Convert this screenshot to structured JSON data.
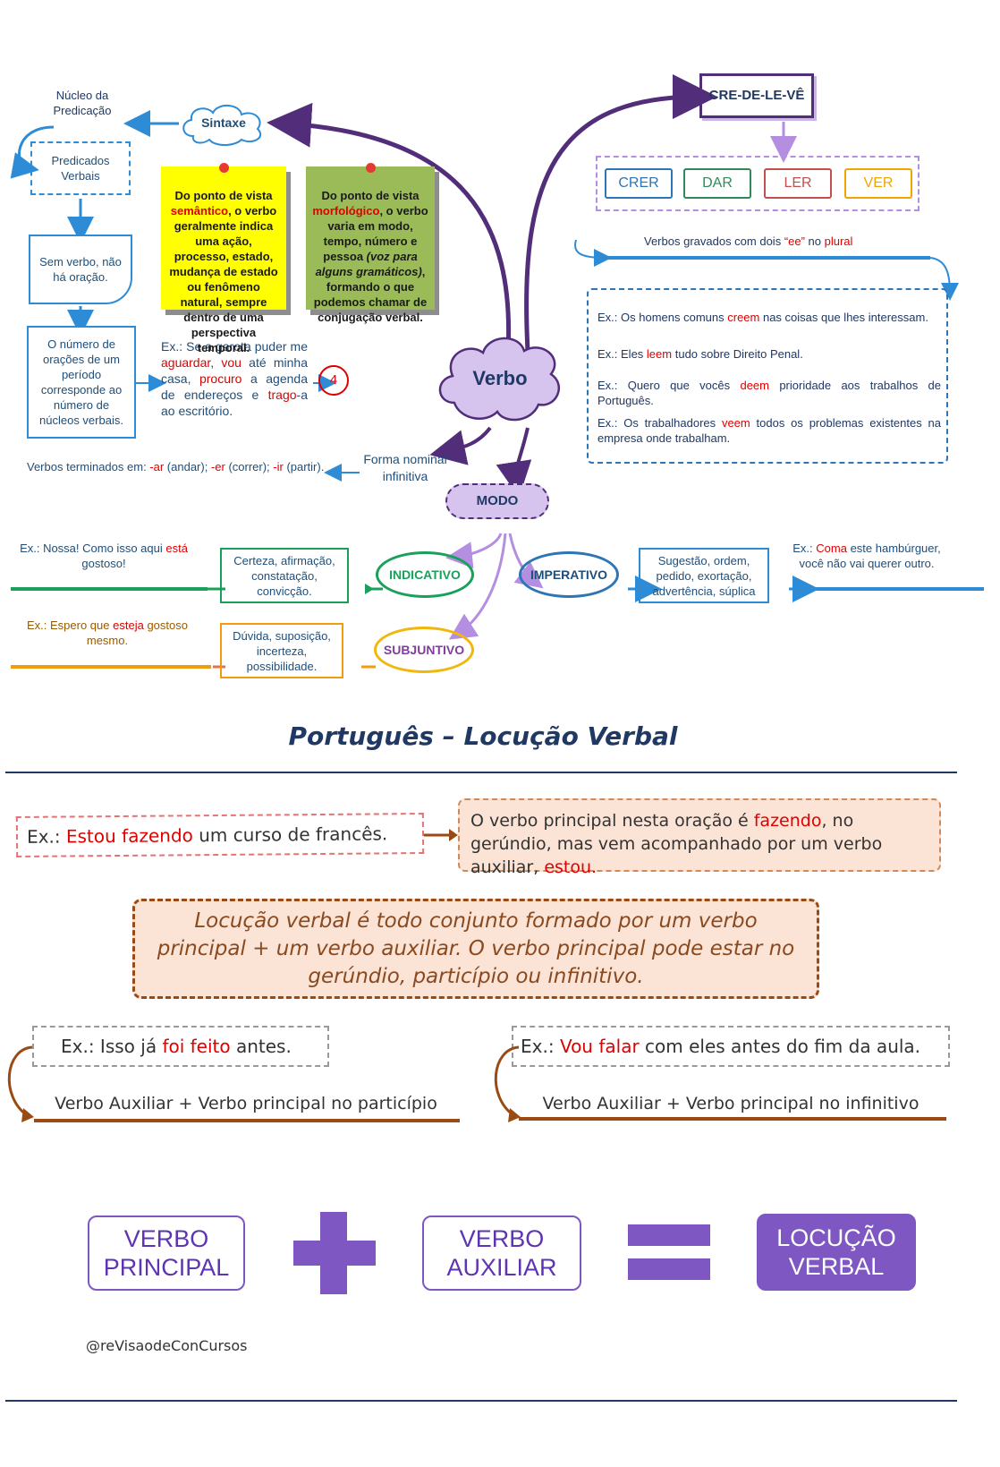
{
  "central": {
    "label": "Verbo"
  },
  "sintaxe": {
    "label": "Sintaxe",
    "nucleo": "Núcleo da Predicação",
    "predicados": "Predicados Verbais",
    "sem_verbo": "Sem verbo, não há oração.",
    "numero_oracoes": "O número de orações de um período corresponde ao número de núcleos verbais."
  },
  "semantico_note": {
    "pre": "Do ponto de vista ",
    "highlight": "semântico",
    "post": ", o verbo geralmente indica uma ação, processo, estado, mudança de estado ou fenômeno natural, sempre dentro de uma perspectiva temporal."
  },
  "morfologico_note": {
    "pre": "Do ponto de vista ",
    "highlight": "morfológico",
    "mid": ", o verbo varia em modo, tempo, número e pessoa ",
    "italic": "(voz para alguns gramáticos)",
    "post": ", formando o que podemos chamar de conjugação verbal."
  },
  "exemplo_garota": {
    "p1": "Ex.: Se a garota puder me ",
    "w1": "aguardar",
    "p2": ", ",
    "w2": "vou",
    "p3": " até minha casa, ",
    "w3": "procuro",
    "p4": " a agenda de endereços e ",
    "w4": "trago",
    "p5": "-a ao escritório.",
    "count": "4"
  },
  "forma_nominal": {
    "label": "Forma nominal infinitiva",
    "terminados_pre": "Verbos terminados em: ",
    "ar": "-ar",
    "ar_ex": " (andar); ",
    "er": "-er",
    "er_ex": " (correr); ",
    "ir": "-ir",
    "ir_ex": " (partir)."
  },
  "credelev": {
    "title": "CRE-DE-LE-VÊ",
    "verbs": [
      "CRER",
      "DAR",
      "LER",
      "VER"
    ],
    "verb_colors": [
      "#2e75b6",
      "#2e8b57",
      "#c0504d",
      "#f0a500"
    ],
    "rule_pre": "Verbos gravados com dois ",
    "rule_ee": "“ee”",
    "rule_mid": " no ",
    "rule_plural": "plural"
  },
  "credelev_examples": [
    {
      "pre": "Ex.: Os homens comuns ",
      "hl": "creem",
      "post": " nas coisas que lhes interessam."
    },
    {
      "pre": "Ex.: Eles ",
      "hl": "leem",
      "post": " tudo sobre Direito Penal."
    },
    {
      "pre": "Ex.: Quero que vocês ",
      "hl": "deem",
      "post": " prioridade aos trabalhos de Português."
    },
    {
      "pre": "Ex.: Os trabalhadores ",
      "hl": "veem",
      "post": " todos os problemas existentes na empresa onde trabalham."
    }
  ],
  "modo": {
    "label": "MODO",
    "indicativo": {
      "label": "INDICATIVO",
      "desc": "Certeza, afirmação, constatação, convicção.",
      "ex_pre": "Ex.: Nossa! Como isso aqui ",
      "ex_hl": "está",
      "ex_post": " gostoso!"
    },
    "subjuntivo": {
      "label": "SUBJUNTIVO",
      "desc": "Dúvida, suposição, incerteza, possibilidade.",
      "ex_pre": "Ex.: Espero que ",
      "ex_hl": "esteja",
      "ex_post": " gostoso mesmo."
    },
    "imperativo": {
      "label": "IMPERATIVO",
      "desc": "Sugestão, ordem, pedido, exortação, advertência, súplica",
      "ex_pre": "Ex.: ",
      "ex_hl": "Coma",
      "ex_post": " este hambúrguer, você não vai querer outro."
    }
  },
  "locucao": {
    "title": "Português – Locução Verbal",
    "ex1": {
      "pre": "Ex.: ",
      "hl": "Estou fazendo",
      "post": " um curso de francês."
    },
    "ex1_expl": {
      "p1": "O verbo principal nesta oração é ",
      "hl1": "fazendo",
      "p2": ", no gerúndio, mas vem acompanhado por um verbo auxiliar, ",
      "hl2": "estou."
    },
    "definition": "Locução verbal é todo conjunto formado por um verbo principal + um verbo auxiliar. O verbo principal pode estar no gerúndio, particípio ou infinitivo.",
    "ex2": {
      "pre": "Ex.: Isso já ",
      "hl": "foi feito",
      "post": " antes.",
      "rule": "Verbo Auxiliar + Verbo principal no particípio"
    },
    "ex3": {
      "pre": "Ex.: ",
      "hl": "Vou falar",
      "post": " com eles antes do fim da aula.",
      "rule": "Verbo Auxiliar + Verbo principal no infinitivo"
    },
    "equation": {
      "a": [
        "VERBO",
        "PRINCIPAL"
      ],
      "b": [
        "VERBO",
        "AUXILIAR"
      ],
      "c": [
        "LOCUÇÃO",
        "VERBAL"
      ]
    },
    "handle": "@reVisaodeConCursos"
  },
  "colors": {
    "purple": "#512d7a",
    "blue": "#2e8bd6",
    "red": "#e00000",
    "green": "#1aa05a",
    "orange": "#f29b0c",
    "lavender": "#d6c4ee",
    "brown": "#9b4a14"
  }
}
